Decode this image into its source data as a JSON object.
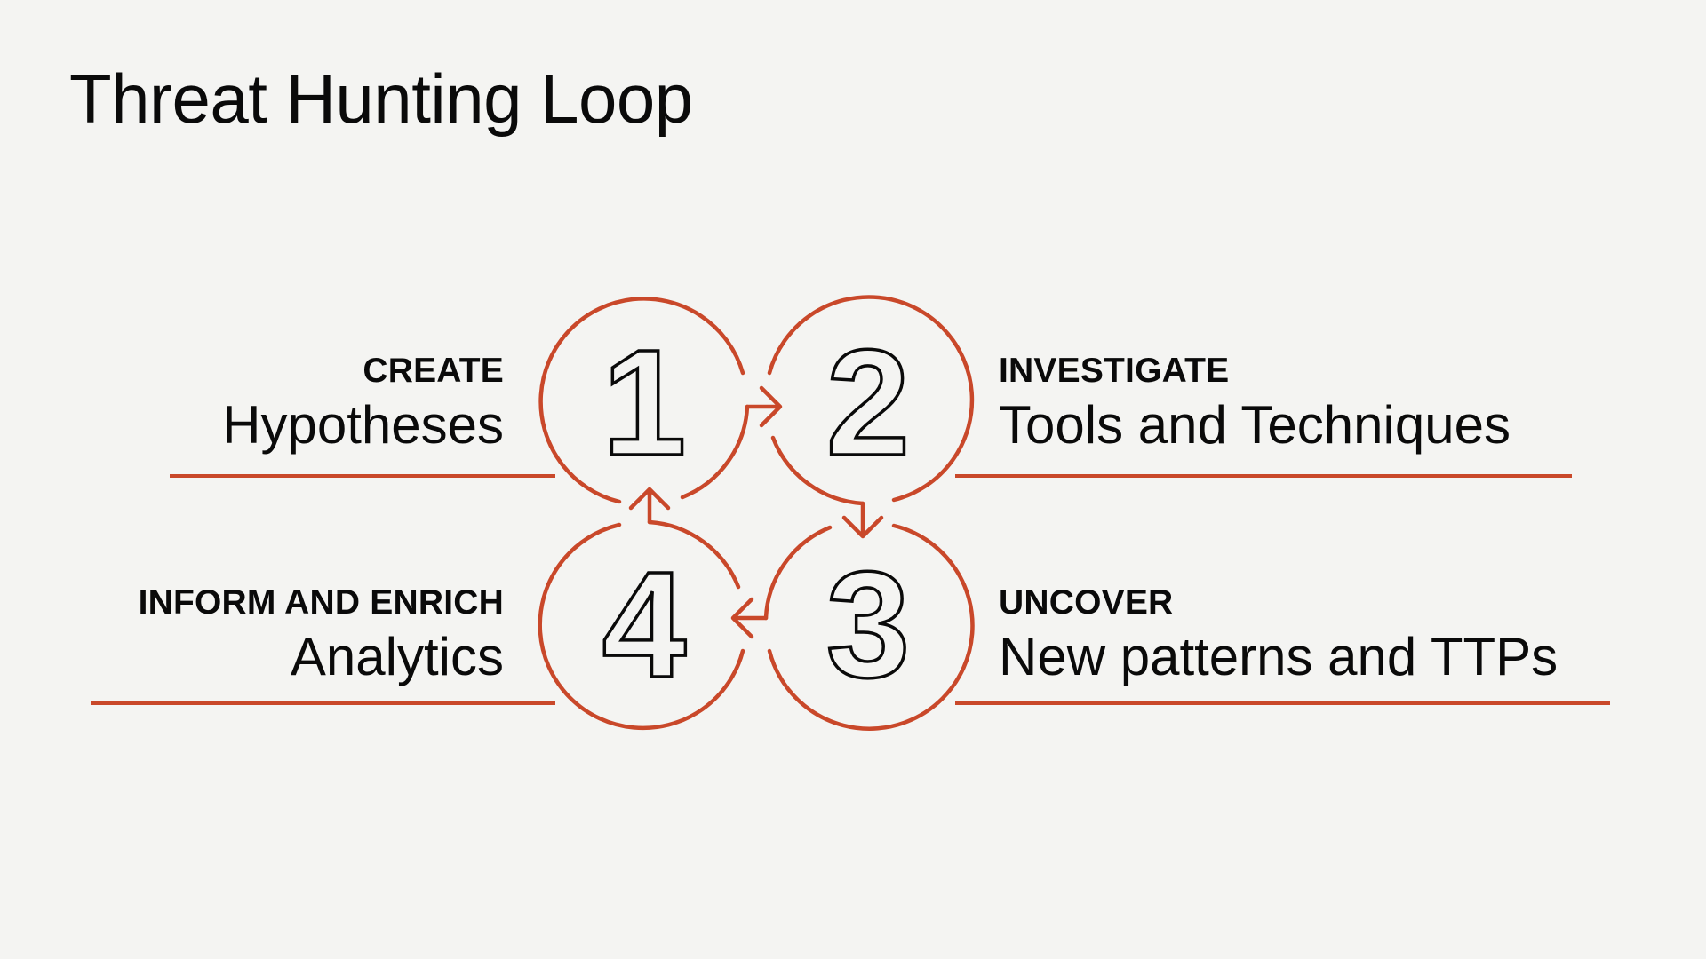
{
  "title": "Threat Hunting Loop",
  "colors": {
    "accent": "#C9482A",
    "background": "#F4F4F2",
    "text": "#0a0a0a"
  },
  "steps": [
    {
      "number": "1",
      "kicker": "CREATE",
      "label": "Hypotheses",
      "side": "left"
    },
    {
      "number": "2",
      "kicker": "INVESTIGATE",
      "label": "Tools and Techniques",
      "side": "right"
    },
    {
      "number": "3",
      "kicker": "UNCOVER",
      "label": "New patterns and TTPs",
      "side": "right"
    },
    {
      "number": "4",
      "kicker": "INFORM AND ENRICH",
      "label": "Analytics",
      "side": "left"
    }
  ],
  "flow": [
    "1 → 2",
    "2 → 3",
    "3 → 4",
    "4 → 1"
  ]
}
